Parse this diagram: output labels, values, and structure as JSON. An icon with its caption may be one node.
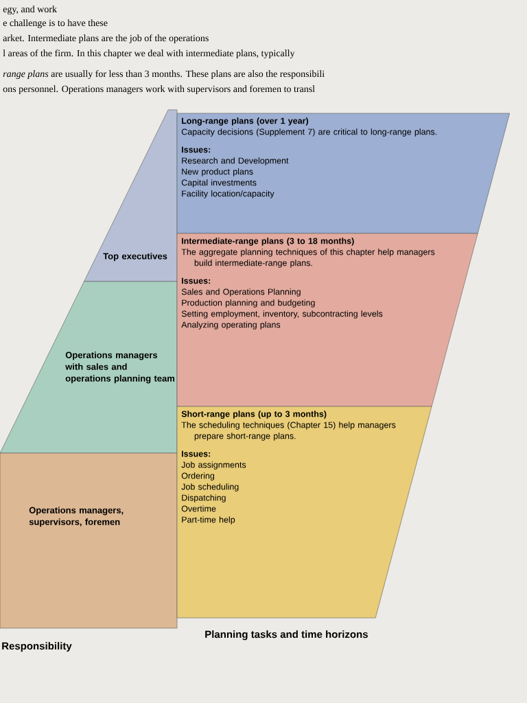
{
  "diagram": {
    "nodes": [
      {
        "text": [
          "Top executives"
        ]
      },
      {
        "text": [
          "Operations managers with sales and operations planning team"
        ]
      },
      {
        "text": [
          "Operations managers, supervisors, foremen"
        ]
      },
      {
        "text": [
          "Long-range plans (over 1 year)",
          "Capacity decisions (Supplement 7) are critical to long-range plans.",
          "Issues:",
          "Research and Development",
          "New product plans",
          "Capital investments",
          "Facility location/capacity"
        ]
      },
      {
        "text": [
          "Intermediate-range plans (3 to 18 months)",
          "The aggregate planning techniques of this chapter help managers build intermediate-range plans.",
          "Issues:",
          "Sales and Operations Planning",
          "Production planning and budgeting",
          "Setting employment, inventory, subcontracting levels",
          "Analyzing operating plans"
        ]
      },
      {
        "text": [
          "Short-range plans (up to 3 months)",
          "The scheduling techniques (Chapter 15) help managers prepare short-range plans.",
          "Issues:",
          "Job assignments",
          "Ordering",
          "Job scheduling",
          "Dispatching",
          "Overtime",
          "Part-time help"
        ]
      }
    ],
    "labels": [
      "egy, and work",
      "e challenge is to have these",
      "arket. Intermediate plans are the job of the operations",
      "l areas of the firm. In this chapter we deal with intermediate plans, typically",
      "*range plans* are usually for less than 3 months. These plans are also the responsibili",
      "ons personnel. Operations managers work with supervisors and foremen to transl",
      "Responsibility",
      "Planning tasks and time horizons"
    ]
  }
}
